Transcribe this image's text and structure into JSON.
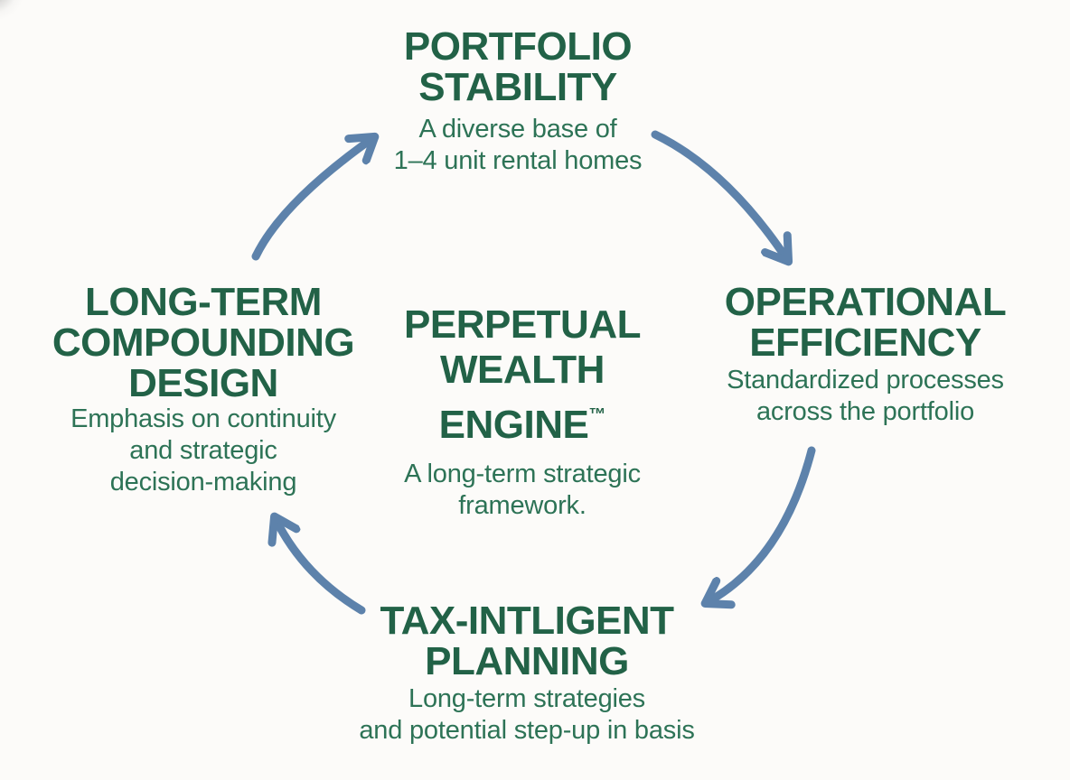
{
  "colors": {
    "heading_green": "#226247",
    "body_green": "#2d7356",
    "arrow_blue": "#5d82ab",
    "background": "#fcfbf9"
  },
  "center": {
    "title_lines": [
      "PERPETUAL",
      "WEALTH",
      "ENGINE"
    ],
    "trademark": "™",
    "subtitle_lines": [
      "A long-term strategic",
      "framework."
    ]
  },
  "nodes": {
    "top": {
      "title_lines": [
        "PORTFOLIO",
        "STABILITY"
      ],
      "subtitle_lines": [
        "A diverse base of",
        "1–4 unit rental homes"
      ]
    },
    "right": {
      "title_lines": [
        "OPERATIONAL",
        "EFFICIENCY"
      ],
      "subtitle_lines": [
        "Standardized processes",
        "across the portfolio"
      ]
    },
    "bottom": {
      "title_lines": [
        "TAX-INTLIGENT",
        "PLANNING"
      ],
      "subtitle_lines": [
        "Long-term strategies",
        "and potential step-up in basis"
      ]
    },
    "left": {
      "title_lines": [
        "LONG-TERM",
        "COMPOUNDING",
        "DESIGN"
      ],
      "subtitle_lines": [
        "Emphasis on continuity",
        "and strategic",
        "decision-making"
      ]
    }
  },
  "arrows": [
    {
      "name": "arrow-compounding-to-stability",
      "from": "long-term-compounding-design",
      "to": "portfolio-stability"
    },
    {
      "name": "arrow-stability-to-efficiency",
      "from": "portfolio-stability",
      "to": "operational-efficiency"
    },
    {
      "name": "arrow-efficiency-to-tax",
      "from": "operational-efficiency",
      "to": "tax-intligent-planning"
    },
    {
      "name": "arrow-tax-to-compounding",
      "from": "tax-intligent-planning",
      "to": "long-term-compounding-design"
    }
  ]
}
